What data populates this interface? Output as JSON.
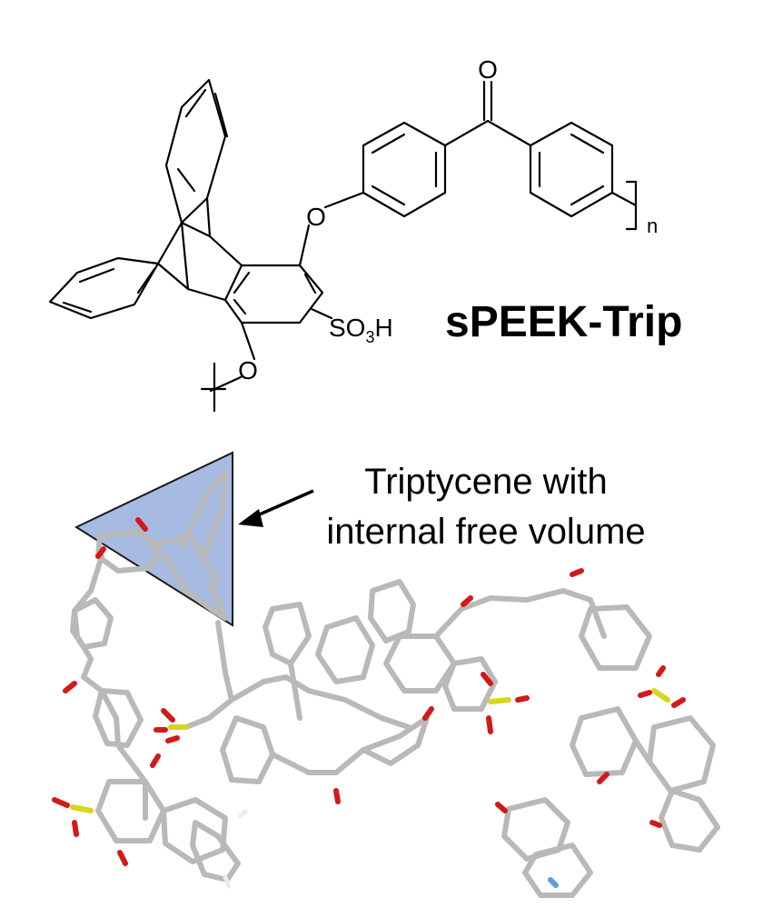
{
  "structure": {
    "name_label": "sPEEK-Trip",
    "atom_o_carbonyl": "O",
    "atom_o_ether_top": "O",
    "atom_o_ether_bottom": "O",
    "sulfonic_group": {
      "main": "SO",
      "sub": "3",
      "tail": "H"
    },
    "repeat_subscript": "n"
  },
  "model": {
    "annotation_line1": "Triptycene with",
    "annotation_line2": "internal free volume",
    "triangle_color": "#8aa4d8",
    "element_colors": {
      "carbon": "#b9b9b9",
      "oxygen": "#d11a1a",
      "sulfur": "#d6d61e",
      "hydrogen": "#ececec",
      "fluorine": "#5aa0e0"
    }
  }
}
